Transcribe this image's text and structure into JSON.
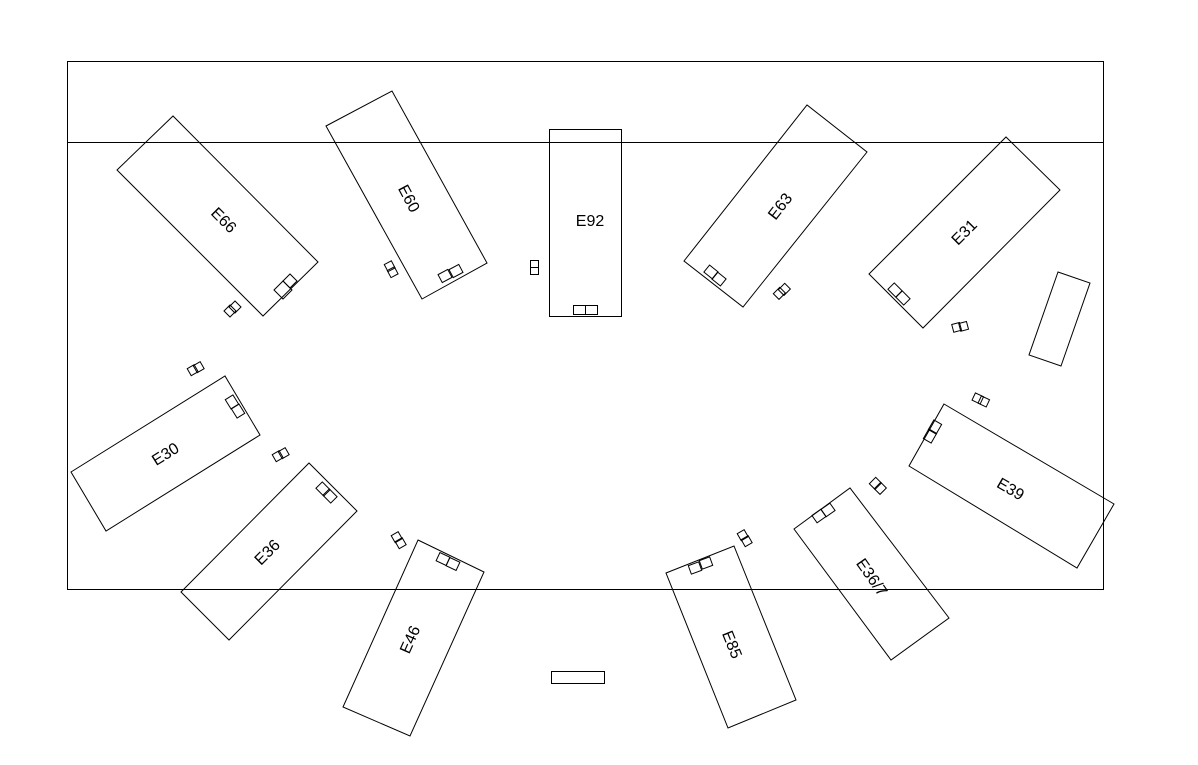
{
  "plan": {
    "stroke_color": "#000000",
    "background_color": "#ffffff",
    "stations": [
      {
        "id": "station-e66",
        "label": "E66"
      },
      {
        "id": "station-e60",
        "label": "E60"
      },
      {
        "id": "station-e92",
        "label": "E92"
      },
      {
        "id": "station-e63",
        "label": "E63"
      },
      {
        "id": "station-e31",
        "label": "E31"
      },
      {
        "id": "station-e30",
        "label": "E30"
      },
      {
        "id": "station-e36",
        "label": "E36"
      },
      {
        "id": "station-e46",
        "label": "E46"
      },
      {
        "id": "station-e85",
        "label": "E85"
      },
      {
        "id": "station-e36-7",
        "label": "E36/7"
      },
      {
        "id": "station-e39",
        "label": "E39"
      },
      {
        "id": "station-unlabeled",
        "label": ""
      }
    ]
  }
}
